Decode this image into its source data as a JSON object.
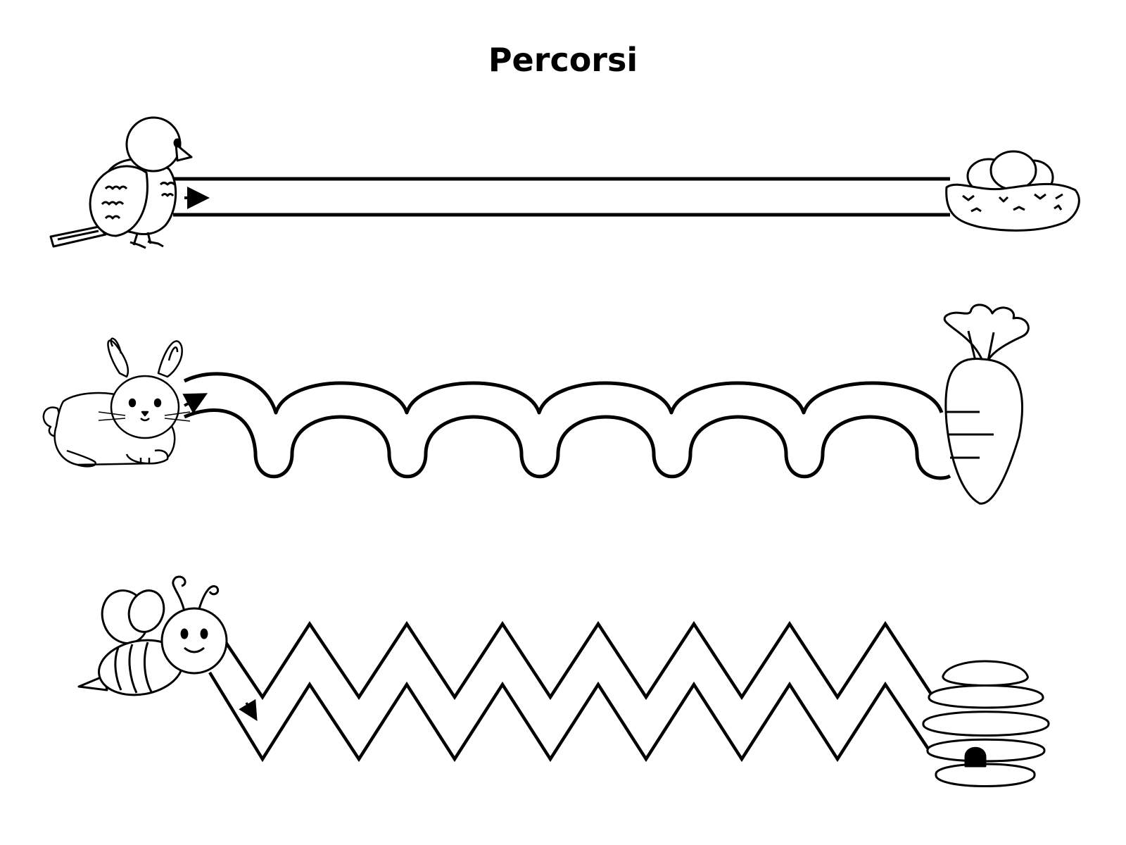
{
  "title": "Percorsi",
  "tracks": [
    {
      "start": "bird-icon",
      "end": "nest-icon",
      "shape": "straight"
    },
    {
      "start": "bunny-icon",
      "end": "carrot-icon",
      "shape": "arches"
    },
    {
      "start": "bee-icon",
      "end": "beehive-icon",
      "shape": "zigzag"
    }
  ],
  "colors": {
    "ink": "#000000",
    "paper": "#ffffff"
  }
}
